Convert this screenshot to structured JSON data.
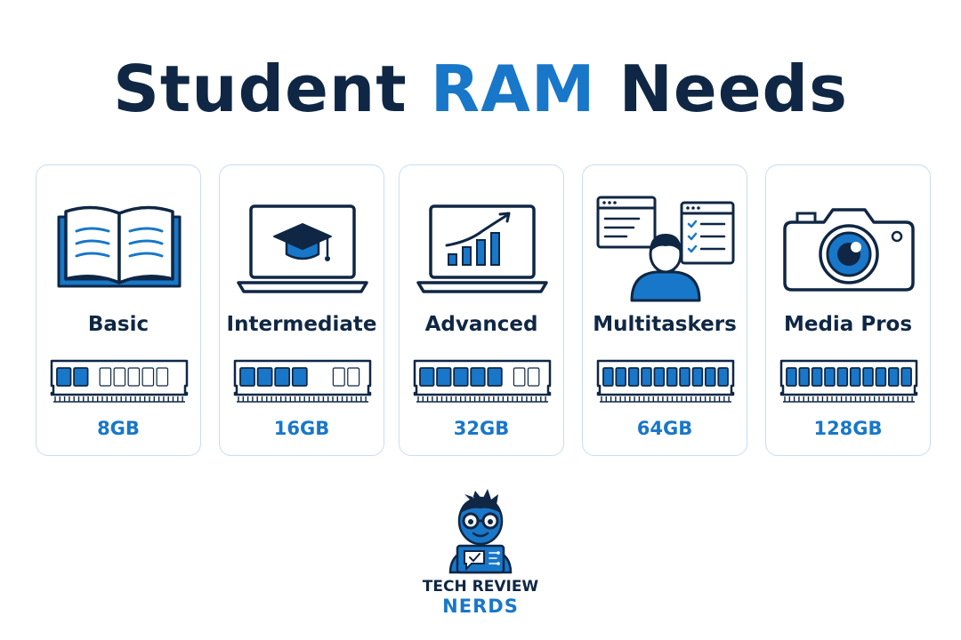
{
  "title": {
    "prefix": "Student",
    "accent": "RAM",
    "suffix": "Needs"
  },
  "colors": {
    "navy": "#0f2744",
    "blue": "#1877c9",
    "card_border": "#c9ddf0"
  },
  "cards": [
    {
      "label": "Basic",
      "size": "8GB",
      "icon": "open-book-icon",
      "ram_filled": 2,
      "ram_total": 7
    },
    {
      "label": "Intermediate",
      "size": "16GB",
      "icon": "laptop-graduation-cap-icon",
      "ram_filled": 4,
      "ram_total": 6
    },
    {
      "label": "Advanced",
      "size": "32GB",
      "icon": "laptop-growth-chart-icon",
      "ram_filled": 5,
      "ram_total": 7
    },
    {
      "label": "Multitaskers",
      "size": "64GB",
      "icon": "user-multiple-windows-icon",
      "ram_filled": 10,
      "ram_total": 10
    },
    {
      "label": "Media Pros",
      "size": "128GB",
      "icon": "camera-icon",
      "ram_filled": 10,
      "ram_total": 10
    }
  ],
  "logo": {
    "line1": "TECH REVIEW",
    "line2": "NERDS",
    "icon": "nerd-mascot-icon"
  }
}
